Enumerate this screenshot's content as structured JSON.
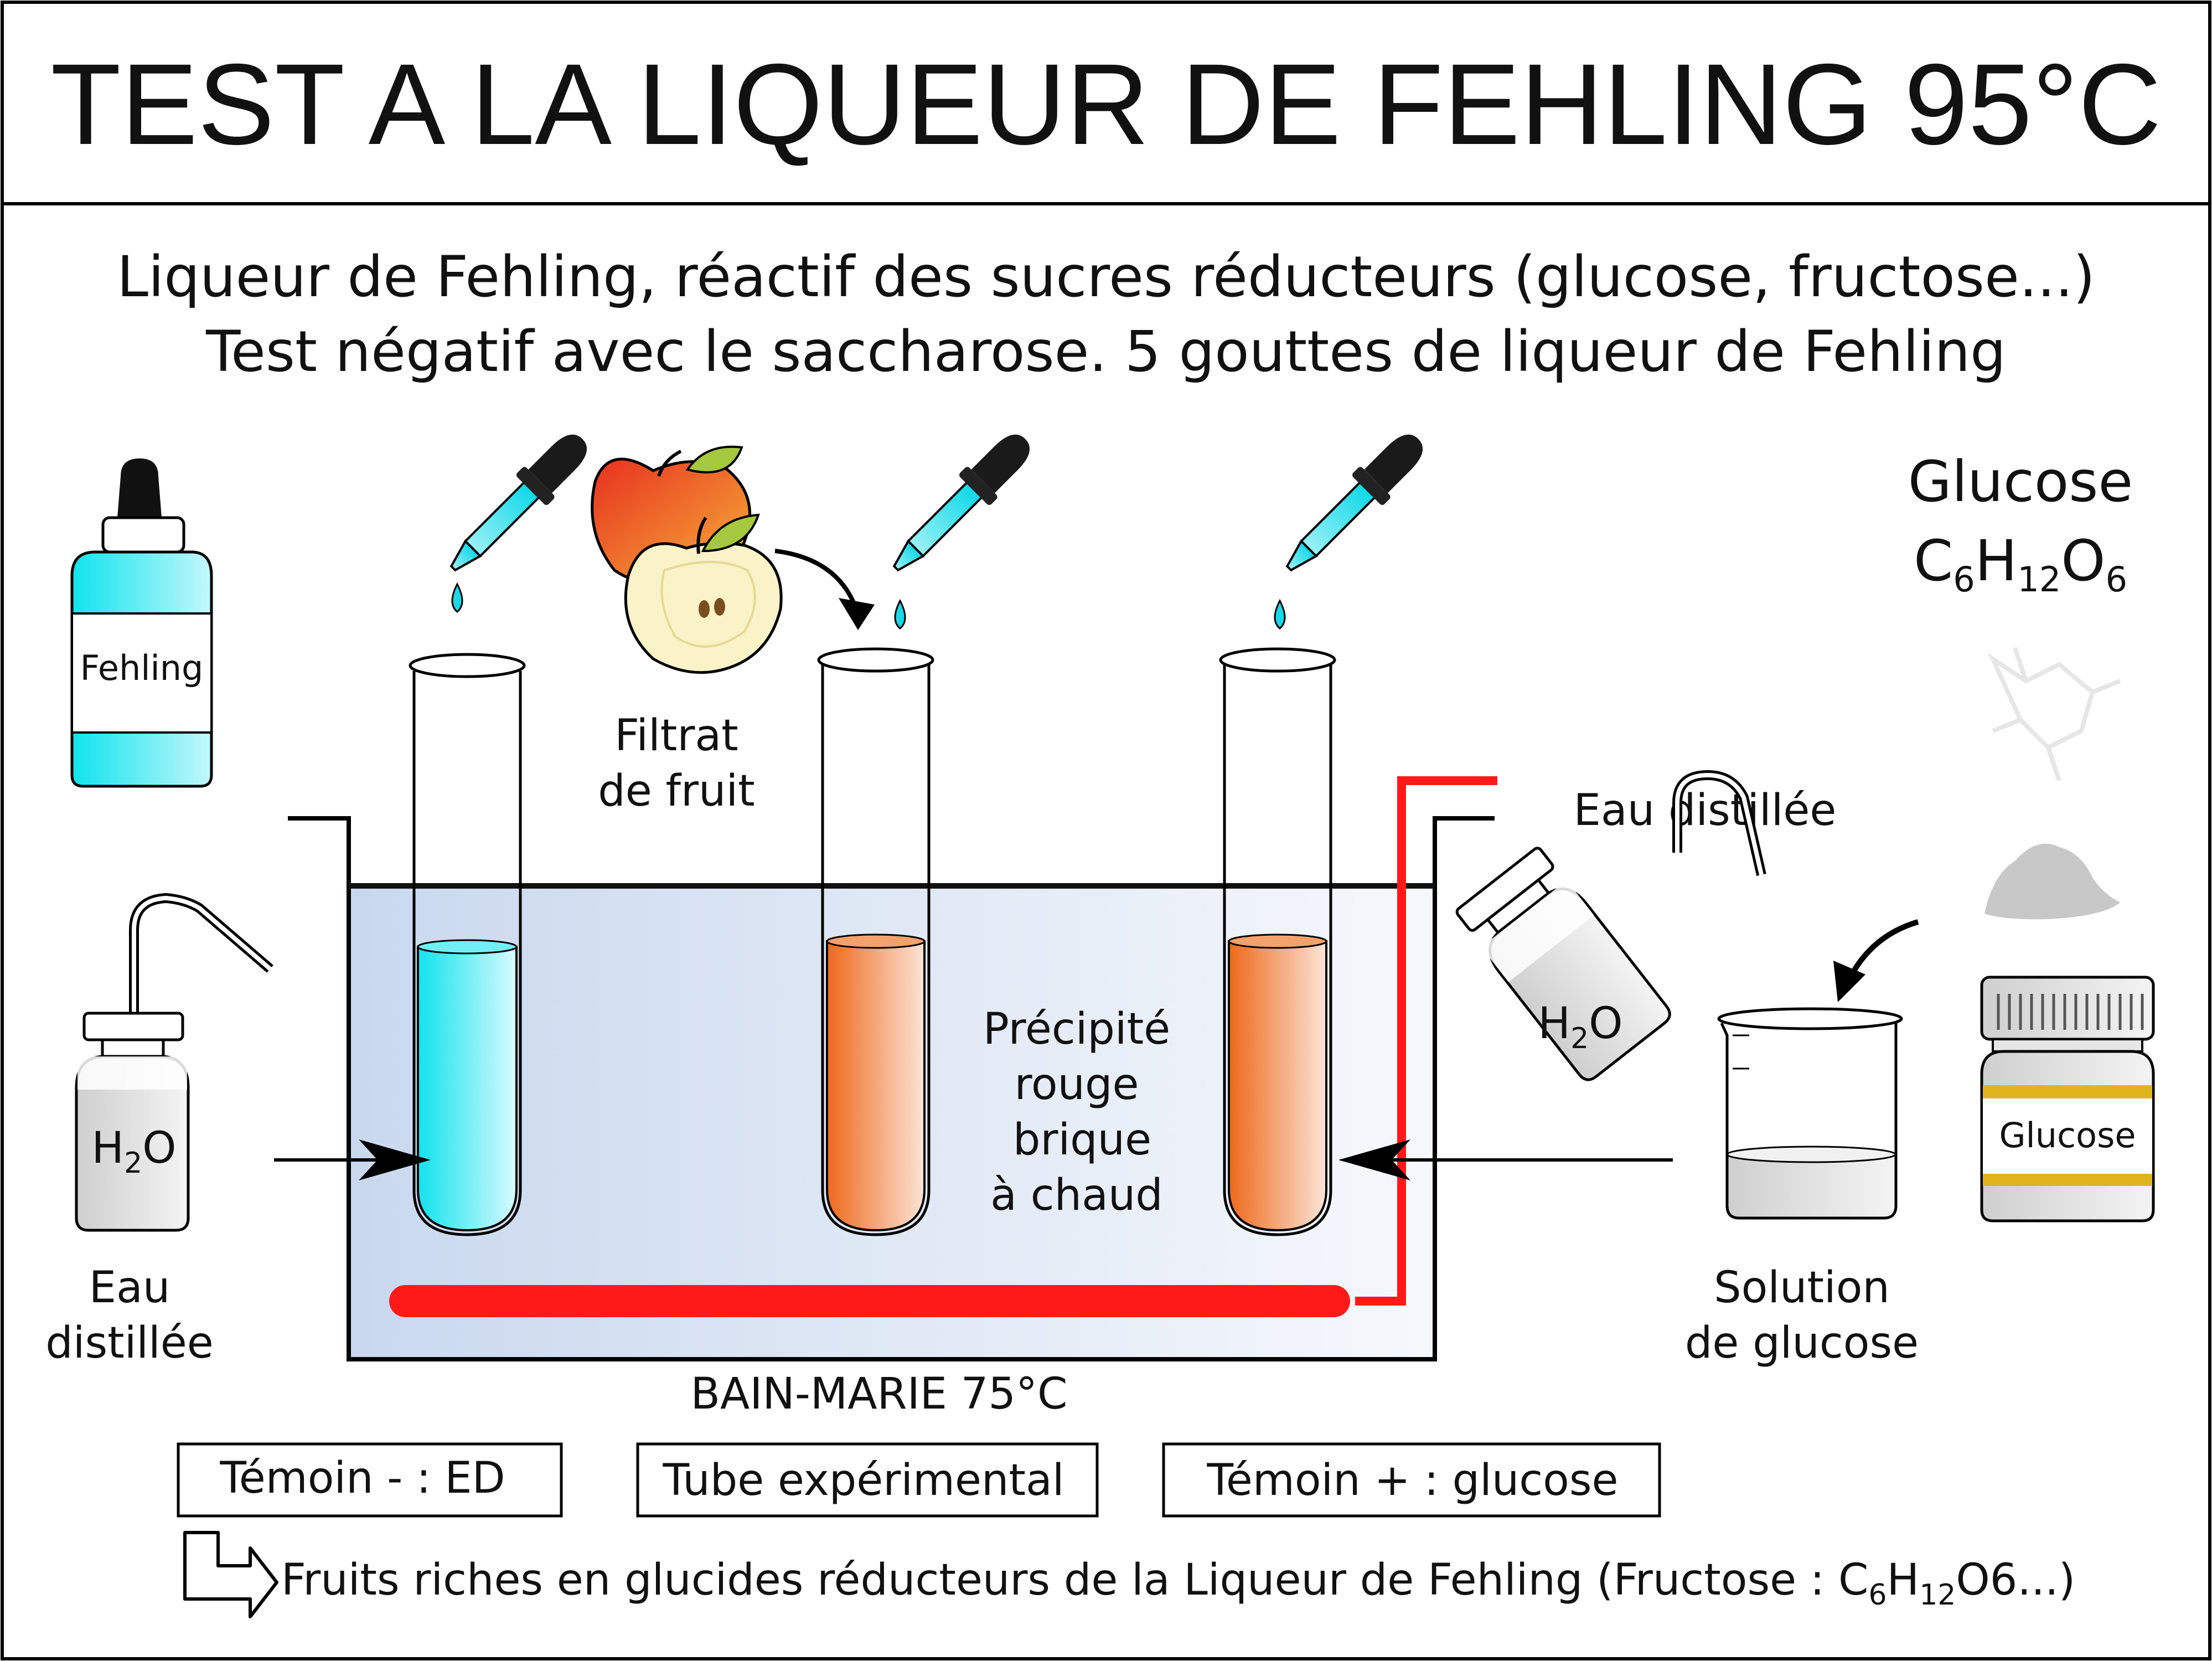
{
  "title": "TEST A LA LIQUEUR DE FEHLING 95°C",
  "subtitle": {
    "line1": "Liqueur de Fehling, réactif des sucres réducteurs (glucose, fructose...)",
    "line2": "Test négatif avec le saccharose. 5 gouttes de liqueur de Fehling"
  },
  "glucose_formula": {
    "name": "Glucose",
    "c": "C",
    "c_n": "6",
    "h": "H",
    "h_n": "12",
    "o": "O",
    "o_n": "6"
  },
  "fehling_bottle_label": "Fehling",
  "water_bottle_left": {
    "label_h": "H",
    "label_2": "2",
    "label_o": "O",
    "caption_line1": "Eau",
    "caption_line2": "distillée"
  },
  "water_bottle_right": {
    "label_h": "H",
    "label_2": "2",
    "label_o": "O",
    "caption": "Eau  distillée"
  },
  "fruit_filtrate": {
    "line1": "Filtrat",
    "line2": "de fruit"
  },
  "precipitate": {
    "line1": "Précipité",
    "line2": "rouge",
    "line3": "brique",
    "line4": "à chaud"
  },
  "beaker_caption": {
    "line1": "Solution",
    "line2": "de glucose"
  },
  "glucose_jar_label": "Glucose",
  "water_bath_label": "BAIN-MARIE 75°C",
  "tube_labels": [
    "Témoin - : ED",
    "Tube expérimental",
    "Témoin + :  glucose"
  ],
  "footnote": {
    "text1": "Fruits riches en glucides réducteurs de la Liqueur de Fehling (Fructose : C",
    "sub1": "6",
    "text2": "H",
    "sub2": "12",
    "text3": "O6...)"
  },
  "colors": {
    "fehling_blue": "#16e6f0",
    "brick_orange": "#f0782a",
    "heater_red": "#ff1a1a",
    "water_blue": "#cddcf0",
    "outline": "#000000"
  }
}
